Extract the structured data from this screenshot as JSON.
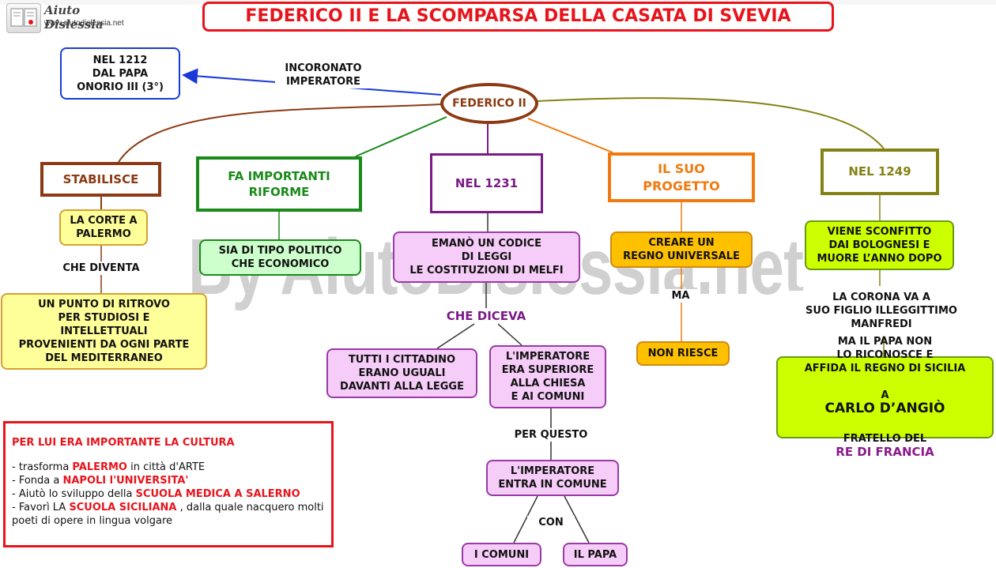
{
  "brand": {
    "name": "Aiuto Dislessia",
    "url": "www.aiutodislessia.net"
  },
  "title": "FEDERICO II E LA SCOMPARSA DELLA CASATA DI SVEVIA",
  "watermark": "By AiutoDislessia.net",
  "nodes": {
    "federico": "FEDERICO II",
    "nel1212": "NEL 1212\nDAL PAPA\nONORIO III (3°)",
    "stabilisce": "STABILISCE",
    "corte": "LA CORTE A\nPALERMO",
    "ritrovo": "UN PUNTO DI RITROVO\nPER STUDIOSI E\nINTELLETTUALI\nPROVENIENTI DA OGNI PARTE\nDEL MEDITERRANEO",
    "riforme": "FA IMPORTANTI\nRIFORME",
    "tipo": "SIA DI TIPO POLITICO\nCHE ECONOMICO",
    "nel1231": "NEL 1231",
    "codice": "EMANÒ UN  CODICE\nDI LEGGI\nLE COSTITUZIONI DI MELFI",
    "cittadini": "TUTTI I CITTADINO\nERANO UGUALI\nDAVANTI ALLA LEGGE",
    "imp_sup": "L'IMPERATORE\nERA SUPERIORE\nALLA CHIESA\nE AI COMUNI",
    "imp_comune": "L'IMPERATORE\nENTRA IN COMUNE",
    "comuni": "I COMUNI",
    "papa": "IL PAPA",
    "progetto": "IL SUO\nPROGETTO",
    "regno": "CREARE UN\nREGNO UNIVERSALE",
    "non_riesce": "NON RIESCE",
    "nel1249": "NEL 1249",
    "sconfitto": "VIENE SCONFITTO\nDAI BOLOGNESI E\nMUORE L’ANNO DOPO",
    "papa_non_1": "MA IL PAPA NON\nLO RICONOSCE E\nAFFIDA IL REGNO DI SICILIA",
    "papa_non_a": "A",
    "papa_non_carlo": "CARLO D’ANGIÒ",
    "papa_non_fratello": "FRATELLO DEL",
    "papa_non_re": "RE DI FRANCIA"
  },
  "edge_labels": {
    "incoronato": "INCORONATO\nIMPERATORE",
    "che_diventa": "CHE DIVENTA",
    "che_diceva": "CHE DICEVA",
    "per_questo": "PER QUESTO",
    "con": "CON",
    "ma": "MA",
    "corona": "LA CORONA VA A\nSUO FIGLIO ILLEGGITTIMO\nMANFREDI"
  },
  "info": {
    "heading": "PER LUI ERA IMPORTANTE LA CULTURA",
    "l1_pre": "- trasforma ",
    "l1_red": "PALERMO",
    "l1_post": " in città d'ARTE",
    "l2_pre": "- Fonda a ",
    "l2_red": "NAPOLI l'UNIVERSITA'",
    "l3_pre": "- Aiutò lo sviluppo della ",
    "l3_red": "SCUOLA MEDICA A SALERNO",
    "l4_pre": "- Favorì LA ",
    "l4_red": "SCUOLA SICILIANA",
    "l4_post": " , dalla quale nacquero molti poeti di opere in lingua volgare"
  },
  "colors": {
    "title_border": "#e8141c",
    "brown": "#8b3a13",
    "green": "#1a8a1a",
    "purple": "#7a1a86",
    "orange": "#f07a10",
    "olive": "#848214",
    "blue": "#1a3ad8",
    "yellow_fill": "#ffff99",
    "green_fill": "#ccffcc",
    "pink_fill": "#f6ccf8",
    "orange_fill": "#ffc000",
    "lime_fill": "#ccff00"
  }
}
